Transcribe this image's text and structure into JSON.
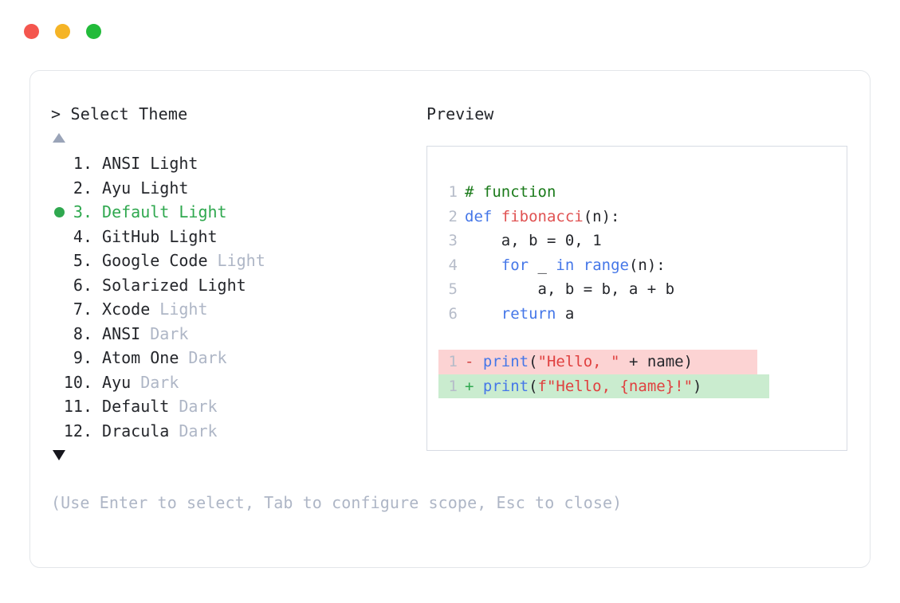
{
  "window": {
    "traffic_lights": [
      {
        "name": "close",
        "color": "#f4564e"
      },
      {
        "name": "minimize",
        "color": "#f5b426"
      },
      {
        "name": "maximize",
        "color": "#22bb3a"
      }
    ]
  },
  "left_pane": {
    "prompt": "> Select Theme",
    "scroll_up_icon": "triangle-up-icon",
    "scroll_down_icon": "triangle-down-icon",
    "selected_index": 3,
    "items": [
      {
        "index": " 1.",
        "name": "ANSI",
        "suffix": "Light",
        "suffix_muted": false
      },
      {
        "index": " 2.",
        "name": "Ayu",
        "suffix": "Light",
        "suffix_muted": false
      },
      {
        "index": " 3.",
        "name": "Default",
        "suffix": "Light",
        "suffix_muted": false
      },
      {
        "index": " 4.",
        "name": "GitHub",
        "suffix": "Light",
        "suffix_muted": false
      },
      {
        "index": " 5.",
        "name": "Google Code",
        "suffix": "Light",
        "suffix_muted": true
      },
      {
        "index": " 6.",
        "name": "Solarized",
        "suffix": "Light",
        "suffix_muted": false
      },
      {
        "index": " 7.",
        "name": "Xcode",
        "suffix": "Light",
        "suffix_muted": true
      },
      {
        "index": " 8.",
        "name": "ANSI",
        "suffix": "Dark",
        "suffix_muted": true
      },
      {
        "index": " 9.",
        "name": "Atom One",
        "suffix": "Dark",
        "suffix_muted": true
      },
      {
        "index": "10.",
        "name": "Ayu",
        "suffix": "Dark",
        "suffix_muted": true
      },
      {
        "index": "11.",
        "name": "Default",
        "suffix": "Dark",
        "suffix_muted": true
      },
      {
        "index": "12.",
        "name": "Dracula",
        "suffix": "Dark",
        "suffix_muted": true
      }
    ]
  },
  "hint": "(Use Enter to select, Tab to configure scope, Esc to close)",
  "right_pane": {
    "label": "Preview",
    "code_lines": [
      {
        "n": "1",
        "tokens": [
          {
            "t": "# function",
            "c": "c-comment"
          }
        ]
      },
      {
        "n": "2",
        "tokens": [
          {
            "t": "def ",
            "c": "c-kw"
          },
          {
            "t": "fibonacci",
            "c": "c-fn"
          },
          {
            "t": "(n):",
            "c": "c-plain"
          }
        ]
      },
      {
        "n": "3",
        "tokens": [
          {
            "t": "    a, b = ",
            "c": "c-plain"
          },
          {
            "t": "0",
            "c": "c-num"
          },
          {
            "t": ", ",
            "c": "c-plain"
          },
          {
            "t": "1",
            "c": "c-num"
          }
        ]
      },
      {
        "n": "4",
        "tokens": [
          {
            "t": "    ",
            "c": "c-plain"
          },
          {
            "t": "for",
            "c": "c-kw"
          },
          {
            "t": " _ ",
            "c": "c-plain"
          },
          {
            "t": "in",
            "c": "c-kw"
          },
          {
            "t": " ",
            "c": "c-plain"
          },
          {
            "t": "range",
            "c": "c-kw"
          },
          {
            "t": "(n):",
            "c": "c-plain"
          }
        ]
      },
      {
        "n": "5",
        "tokens": [
          {
            "t": "        a, b = b, a + b",
            "c": "c-plain"
          }
        ]
      },
      {
        "n": "6",
        "tokens": [
          {
            "t": "    ",
            "c": "c-plain"
          },
          {
            "t": "return",
            "c": "c-kw"
          },
          {
            "t": " a",
            "c": "c-plain"
          }
        ]
      }
    ],
    "diff_lines": [
      {
        "n": "1",
        "marker": "-",
        "kind": "del",
        "tokens": [
          {
            "t": "print",
            "c": "c-kw"
          },
          {
            "t": "(",
            "c": "c-plain"
          },
          {
            "t": "\"Hello, \"",
            "c": "c-str"
          },
          {
            "t": " + name)",
            "c": "c-plain"
          }
        ]
      },
      {
        "n": "1",
        "marker": "+",
        "kind": "add",
        "tokens": [
          {
            "t": "print",
            "c": "c-kw"
          },
          {
            "t": "(",
            "c": "c-plain"
          },
          {
            "t": "f\"Hello, {name}!\"",
            "c": "c-str"
          },
          {
            "t": ")",
            "c": "c-plain"
          }
        ]
      }
    ]
  },
  "colors": {
    "accent_green": "#2fa84f",
    "muted": "#aeb6c6",
    "text": "#24262b",
    "diff_del_bg": "#fcd3d3",
    "diff_add_bg": "#caeccf"
  }
}
